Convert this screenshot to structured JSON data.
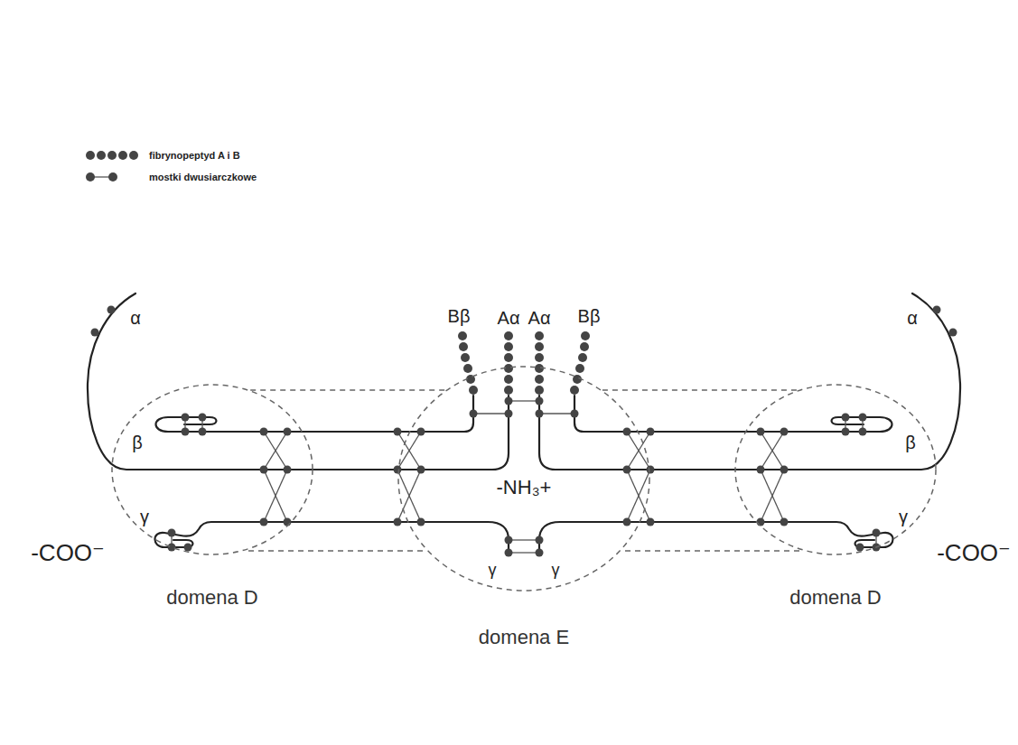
{
  "diagram": {
    "nodes": [
      {
        "text": [
          "domena D"
        ]
      },
      {
        "text": [
          "domena E"
        ]
      },
      {
        "text": [
          "domena D"
        ]
      }
    ],
    "edges": [
      {
        "from": 0,
        "to": 1,
        "arrow": "none"
      },
      {
        "from": 1,
        "to": 2,
        "arrow": "none"
      }
    ],
    "labels": [
      "α",
      "Bβ",
      "Aα",
      "Aα",
      "Bβ",
      "α",
      "β",
      "β",
      "-NH₃+",
      "γ",
      "γ",
      "-COO⁻",
      "-COO⁻",
      "γ",
      "γ"
    ],
    "legend": [
      {
        "text": "fibrynopeptyd A i B"
      },
      {
        "text": "mostki dwusiarczkowe"
      }
    ]
  }
}
